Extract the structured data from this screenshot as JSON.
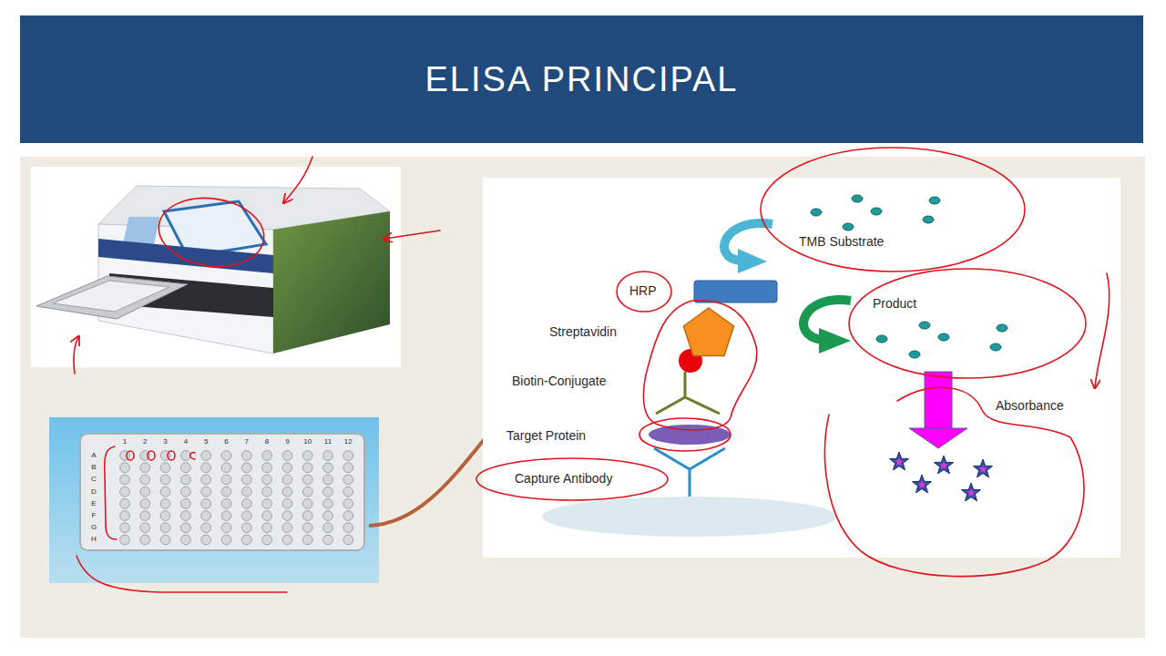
{
  "diagram": {
    "title": "ELISA PRINCIPAL",
    "labels": [
      "HRP",
      "Streptavidin",
      "Biotin-Conjugate",
      "Target Protein",
      "Capture Antibody",
      "TMB Substrate",
      "Product",
      "Absorbance",
      "A",
      "B",
      "C",
      "D",
      "E",
      "F",
      "G",
      "H",
      "1",
      "2",
      "3",
      "4",
      "5",
      "6",
      "7",
      "8",
      "9",
      "10",
      "11",
      "12"
    ]
  }
}
